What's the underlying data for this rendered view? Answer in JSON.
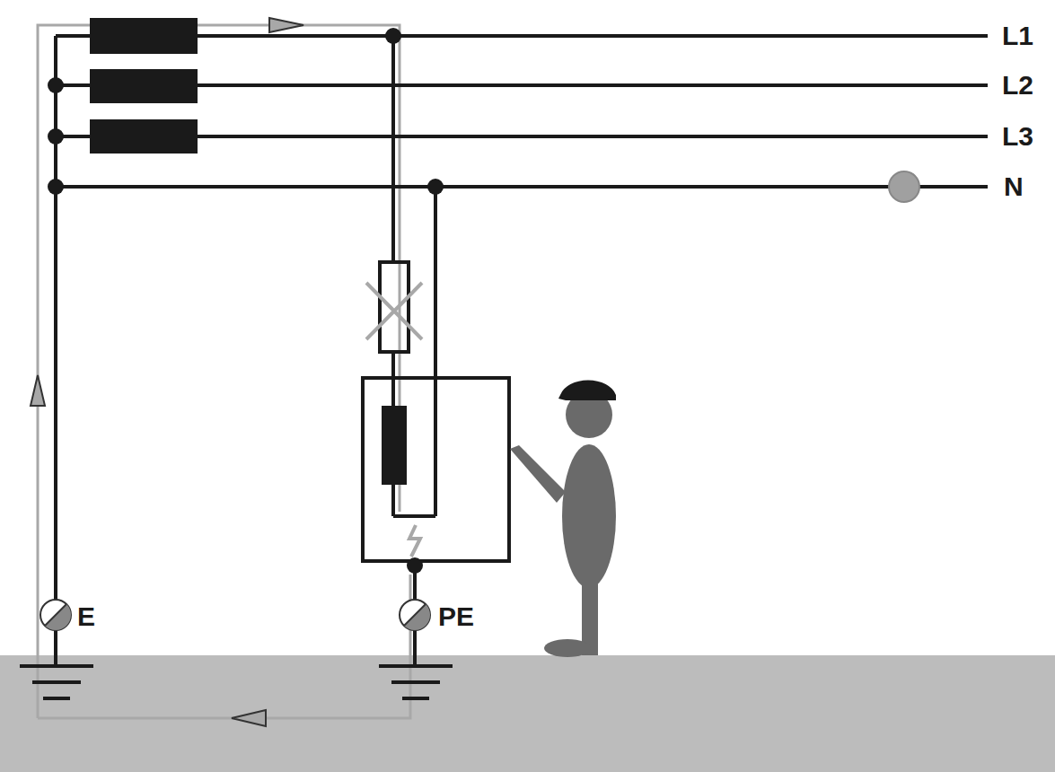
{
  "diagram": {
    "labels": [
      "L1",
      "L2",
      "L3",
      "N",
      "E",
      "PE"
    ]
  }
}
